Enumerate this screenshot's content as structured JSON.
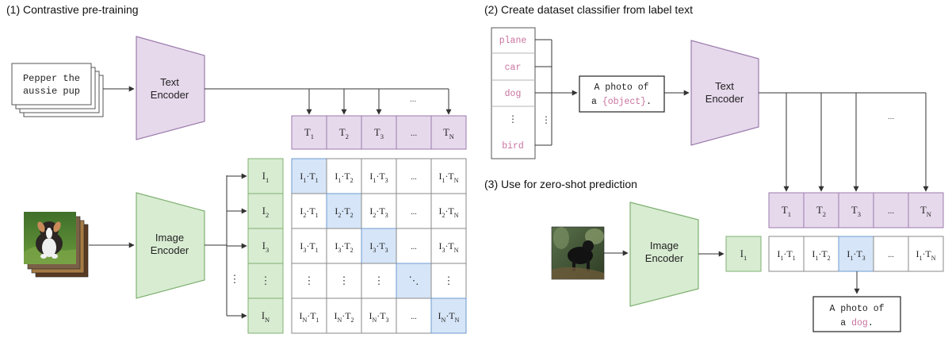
{
  "section1": {
    "title": "(1) Contrastive pre-training"
  },
  "section2": {
    "title": "(2) Create dataset classifier from label text"
  },
  "section3": {
    "title": "(3) Use for zero-shot prediction"
  },
  "text_input": {
    "line1": "Pepper the",
    "line2": "aussie pup"
  },
  "text_encoder": {
    "line1": "Text",
    "line2": "Encoder"
  },
  "image_encoder": {
    "line1": "Image",
    "line2": "Encoder"
  },
  "labels": [
    {
      "text": "plane"
    },
    {
      "text": "car"
    },
    {
      "text": "dog"
    },
    {
      "text": "⋮"
    },
    {
      "text": "bird"
    }
  ],
  "template": {
    "line1": "A photo of",
    "prefix": "a ",
    "object": "{object}",
    "suffix": "."
  },
  "prediction": {
    "line1": "A photo of",
    "prefix": "a ",
    "object": "dog",
    "suffix": "."
  },
  "ellipsis": "...",
  "vdots": "⋮",
  "ddots": "⋱",
  "text_tokens": [
    {
      "base": "T",
      "sub": "1"
    },
    {
      "base": "T",
      "sub": "2"
    },
    {
      "base": "T",
      "sub": "3"
    },
    {
      "base": "...",
      "sub": ""
    },
    {
      "base": "T",
      "sub": "N"
    }
  ],
  "image_tokens": [
    {
      "base": "I",
      "sub": "1"
    },
    {
      "base": "I",
      "sub": "2"
    },
    {
      "base": "I",
      "sub": "3"
    },
    {
      "base": "⋮",
      "sub": ""
    },
    {
      "base": "I",
      "sub": "N"
    }
  ],
  "matrix_cols": [
    "1",
    "2",
    "3",
    "...",
    "N"
  ],
  "matrix_rows": [
    "1",
    "2",
    "3",
    "⋮",
    "N"
  ],
  "zero_shot_image_token": {
    "base": "I",
    "sub": "1"
  },
  "zero_shot_highlight_index": 2,
  "colors": {
    "text_fill": "#e6d9ec",
    "text_stroke": "#9b7bac",
    "image_fill": "#d8ecd2",
    "image_stroke": "#7fb071",
    "highlight_fill": "#d6e5f7",
    "highlight_stroke": "#6d9bd1",
    "label_pink": "#c9739f",
    "line": "#333333"
  }
}
